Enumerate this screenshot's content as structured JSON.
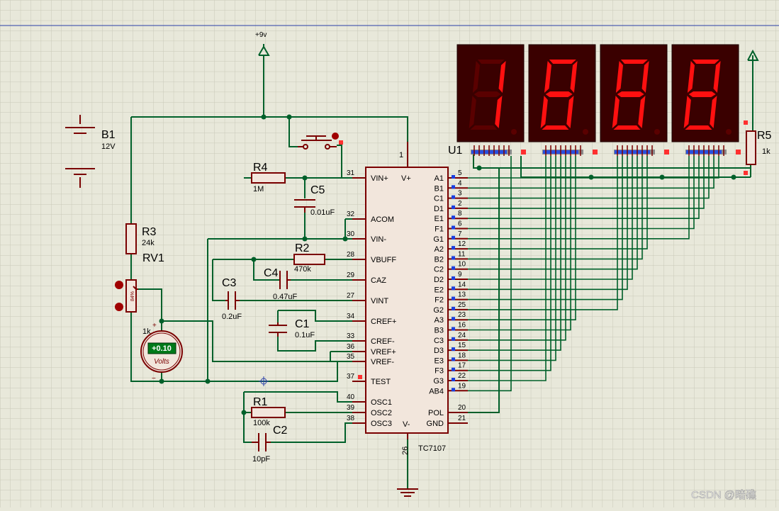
{
  "supply": {
    "label": "+9v"
  },
  "battery": {
    "ref": "B1",
    "value": "12V"
  },
  "resistors": {
    "r1": {
      "ref": "R1",
      "value": "100k"
    },
    "r2": {
      "ref": "R2",
      "value": "470k"
    },
    "r3": {
      "ref": "R3",
      "value": "24k"
    },
    "r4": {
      "ref": "R4",
      "value": "1M"
    },
    "r5": {
      "ref": "R5",
      "value": "1k"
    }
  },
  "capacitors": {
    "c1": {
      "ref": "C1",
      "value": "0.1uF"
    },
    "c2": {
      "ref": "C2",
      "value": "10pF"
    },
    "c3": {
      "ref": "C3",
      "value": "0.2uF"
    },
    "c4": {
      "ref": "C4",
      "value": "0.47uF"
    },
    "c5": {
      "ref": "C5",
      "value": "0.01uF"
    }
  },
  "pot": {
    "ref": "RV1",
    "value": "1k",
    "wiper": "84%"
  },
  "voltmeter": {
    "reading": "+0.10",
    "unit": "Volts",
    "plus": "+",
    "minus": "−"
  },
  "display": {
    "ref": "U1",
    "digits": [
      "1",
      "8",
      "8",
      "8"
    ]
  },
  "ic": {
    "name": "TC7107",
    "top_pin": "1",
    "bottom_pin": "26",
    "left_pins": [
      {
        "num": "31",
        "name": "VIN+"
      },
      {
        "num": "32",
        "name": "ACOM"
      },
      {
        "num": "30",
        "name": "VIN-"
      },
      {
        "num": "28",
        "name": "VBUFF"
      },
      {
        "num": "29",
        "name": "CAZ"
      },
      {
        "num": "27",
        "name": "VINT"
      },
      {
        "num": "34",
        "name": "CREF+"
      },
      {
        "num": "33",
        "name": "CREF-"
      },
      {
        "num": "36",
        "name": "VREF+"
      },
      {
        "num": "35",
        "name": "VREF-"
      },
      {
        "num": "37",
        "name": "TEST"
      },
      {
        "num": "40",
        "name": "OSC1"
      },
      {
        "num": "39",
        "name": "OSC2"
      },
      {
        "num": "38",
        "name": "OSC3"
      }
    ],
    "right_pins": [
      {
        "num": "5",
        "name": "A1"
      },
      {
        "num": "4",
        "name": "B1"
      },
      {
        "num": "3",
        "name": "C1"
      },
      {
        "num": "2",
        "name": "D1"
      },
      {
        "num": "8",
        "name": "E1"
      },
      {
        "num": "6",
        "name": "F1"
      },
      {
        "num": "7",
        "name": "G1"
      },
      {
        "num": "12",
        "name": "A2"
      },
      {
        "num": "11",
        "name": "B2"
      },
      {
        "num": "10",
        "name": "C2"
      },
      {
        "num": "9",
        "name": "D2"
      },
      {
        "num": "14",
        "name": "E2"
      },
      {
        "num": "13",
        "name": "F2"
      },
      {
        "num": "25",
        "name": "G2"
      },
      {
        "num": "23",
        "name": "A3"
      },
      {
        "num": "16",
        "name": "B3"
      },
      {
        "num": "24",
        "name": "C3"
      },
      {
        "num": "15",
        "name": "D3"
      },
      {
        "num": "18",
        "name": "E3"
      },
      {
        "num": "17",
        "name": "F3"
      },
      {
        "num": "22",
        "name": "G3"
      },
      {
        "num": "19",
        "name": "AB4"
      },
      {
        "num": "20",
        "name": "POL"
      },
      {
        "num": "21",
        "name": "GND"
      }
    ],
    "vplus": "V+",
    "vminus": "V-"
  },
  "watermark": "CSDN @暗礁",
  "colors": {
    "wire": "#00602a",
    "part": "#7a0000",
    "pin": "#7a0000",
    "body_fill": "#f2e6dc",
    "segment_on": "#ff1010",
    "segment_off": "#5a0000",
    "grid": "#c9c9b8"
  }
}
